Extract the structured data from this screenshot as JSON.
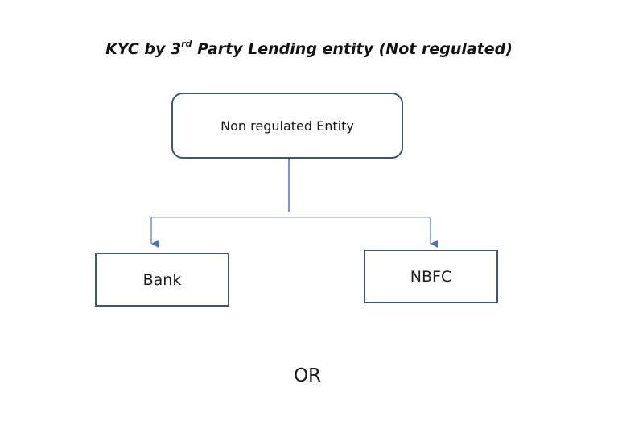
{
  "title": {
    "prefix": "KYC by 3",
    "superscript": "rd",
    "suffix": " Party Lending entity (Not regulated)"
  },
  "nodes": {
    "root": "Non regulated Entity",
    "bank": "Bank",
    "nbfc": "NBFC"
  },
  "footer": {
    "or": "OR"
  },
  "colors": {
    "box_border": "#44546a",
    "connector": "#4a72c4"
  }
}
